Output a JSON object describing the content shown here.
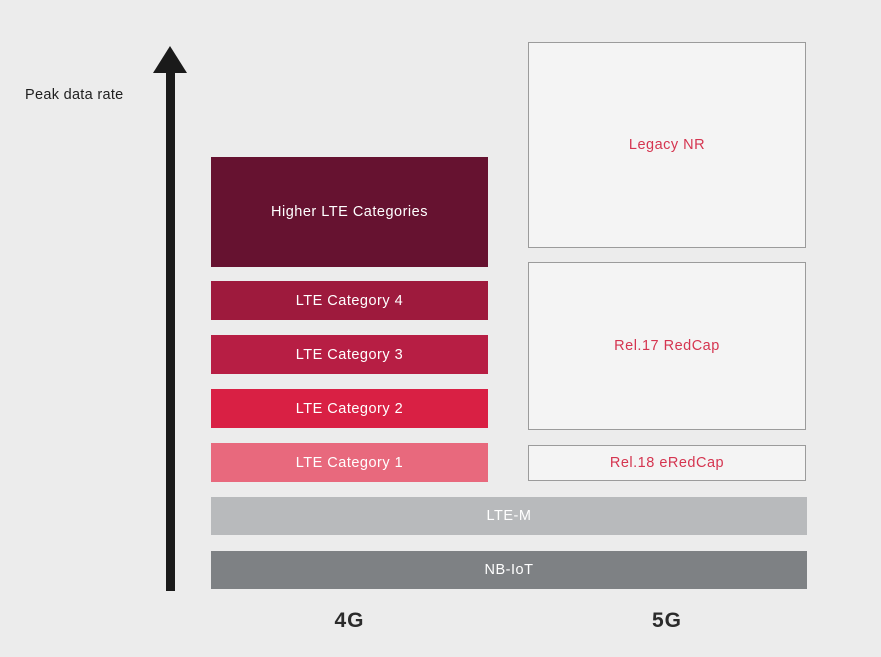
{
  "axis": {
    "label": "Peak data rate"
  },
  "generations": {
    "left": "4G",
    "right": "5G"
  },
  "colors": {
    "background": "#ececec",
    "arrow": "#1a1a1a",
    "outline_box_fill": "#f4f4f4",
    "outline_box_border": "#9b9b9b",
    "outline_box_text": "#d53550",
    "generation_label_text": "#2b2b2b"
  },
  "boxes_4g": [
    {
      "label": "Higher LTE Categories",
      "color": "#661230"
    },
    {
      "label": "LTE Category 4",
      "color": "#9e1a3d"
    },
    {
      "label": "LTE Category 3",
      "color": "#b71e44"
    },
    {
      "label": "LTE Category 2",
      "color": "#d92044"
    },
    {
      "label": "LTE Category 1",
      "color": "#e8697d"
    }
  ],
  "boxes_shared": [
    {
      "label": "LTE-M",
      "color": "#b8babc"
    },
    {
      "label": "NB-IoT",
      "color": "#7e8184"
    }
  ],
  "boxes_5g": [
    {
      "label": "Legacy NR"
    },
    {
      "label": "Rel.17 RedCap"
    },
    {
      "label": "Rel.18 eRedCap"
    }
  ]
}
